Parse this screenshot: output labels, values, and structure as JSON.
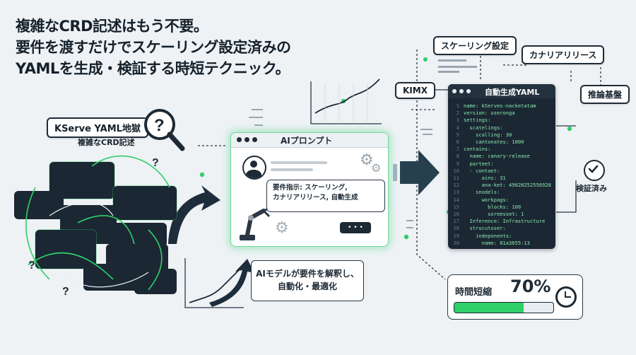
{
  "headline": {
    "line1": "複雑なCRD記述はもう不要。",
    "line2": "要件を渡すだけでスケーリング設定済みの",
    "line3": "YAMLを生成・検証する時短テクニック。"
  },
  "left": {
    "title": "KServe YAML地獄",
    "subtitle": "複雑なCRD記述",
    "question_mark": "?"
  },
  "prompt_window": {
    "title": "AIプロンプト",
    "bubble_line1": "要件指示: スケーリング,",
    "bubble_line2": "カナリアリリース, 自動生成",
    "dots": "• • •"
  },
  "caption": {
    "line1": "AIモデルが要件を解釈し、",
    "line2": "自動化・最適化"
  },
  "tags": {
    "scaling": "スケーリング設定",
    "canary": "カナリアリリース",
    "kimx": "KIMX",
    "inference": "推論基盤",
    "verified": "検証済み"
  },
  "yaml_window": {
    "title": "自動生成YAML",
    "lines": [
      {
        "n": "1",
        "t": "name: kServes-nacketatam"
      },
      {
        "n": "2",
        "t": "version: useronga"
      },
      {
        "n": "3",
        "t": "settings:"
      },
      {
        "n": "4",
        "t": "  scatelings:"
      },
      {
        "n": "5",
        "t": "    scalling: 30"
      },
      {
        "n": "6",
        "t": "    cantonates: 1000"
      },
      {
        "n": "7",
        "t": "contains:"
      },
      {
        "n": "8",
        "t": "  name: canary-release"
      },
      {
        "n": "9",
        "t": "  parteet:"
      },
      {
        "n": "10",
        "t": "  - contaet:"
      },
      {
        "n": "11",
        "t": "      ains: 31"
      },
      {
        "n": "12",
        "t": "      ana-ket: 49028252556928"
      },
      {
        "n": "13",
        "t": "    snodels:"
      },
      {
        "n": "14",
        "t": "      workpags:"
      },
      {
        "n": "15",
        "t": "        blocks: 100"
      },
      {
        "n": "16",
        "t": "        soreesset: 1"
      },
      {
        "n": "17",
        "t": "  Inference: Infrastructure"
      },
      {
        "n": "18",
        "t": "  strucutuser:"
      },
      {
        "n": "19",
        "t": "    indeponents:"
      },
      {
        "n": "20",
        "t": "      name: 81a3655:13"
      }
    ]
  },
  "time_saving": {
    "label": "時間短縮",
    "value": "70%",
    "progress": 0.7
  },
  "colors": {
    "accent_green": "#2fcf6a",
    "dark_navy": "#1b2733",
    "background": "#eef2f5"
  }
}
